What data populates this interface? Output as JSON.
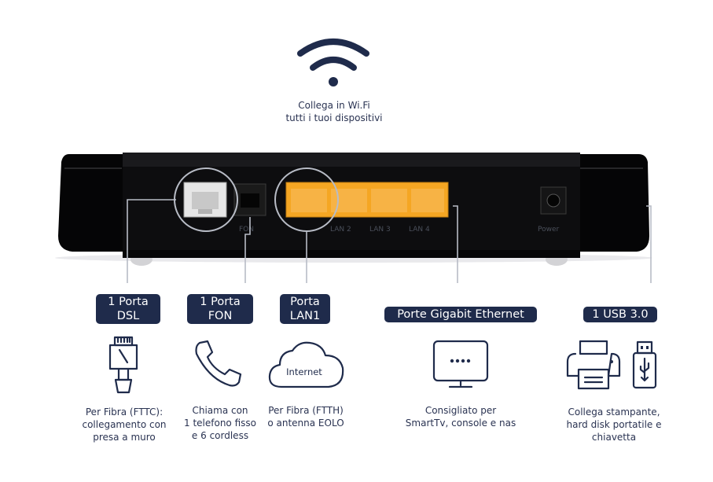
{
  "wifi": {
    "icon": "wifi-icon",
    "caption_line1": "Collega in Wi.Fi",
    "caption_line2": "tutti i tuoi dispositivi"
  },
  "router": {
    "port_labels": [
      "FON",
      "LAN 2",
      "LAN 3",
      "LAN 4",
      "Power"
    ],
    "colors": {
      "body": "#0b0b0c",
      "lan_port": "#f5a623",
      "dsl_port": "#e6e6e6",
      "navy": "#1f2b4b"
    }
  },
  "ports": [
    {
      "badge": "1 Porta\nDSL",
      "icon": "ethernet-plug-icon",
      "caption": "Per Fibra (FTTC):\ncollegamento con\npresa a muro"
    },
    {
      "badge": "1 Porta\nFON",
      "icon": "phone-icon",
      "caption": "Chiama con\n1 telefono fisso\ne 6 cordless"
    },
    {
      "badge": "Porta\nLAN1",
      "icon": "cloud-icon",
      "icon_text": "Internet",
      "caption": "Per Fibra (FTTH)\no antenna EOLO"
    },
    {
      "badge": "Porte Gigabit Ethernet",
      "icon": "monitor-icon",
      "caption": "Consigliato per\nSmartTv, console e nas"
    },
    {
      "badge": "1 USB 3.0",
      "icon": "printer-icon",
      "icon2": "usb-stick-icon",
      "caption": "Collega  stampante,\nhard disk portatile e\nchiavetta"
    }
  ]
}
